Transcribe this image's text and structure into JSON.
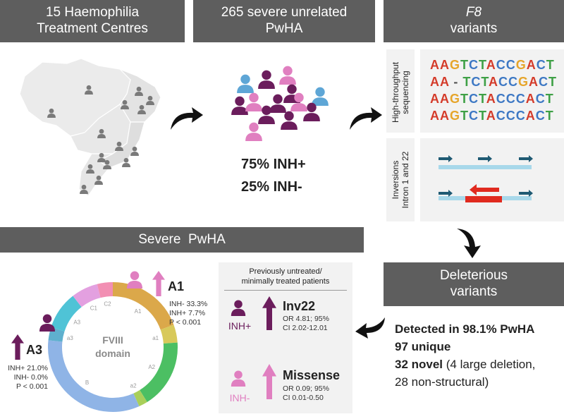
{
  "headers": {
    "htc": [
      "15 Haemophilia",
      "Treatment Centres"
    ],
    "pwha": [
      "265 severe unrelated",
      "PwHA"
    ],
    "f8": [
      "F8",
      "variants"
    ],
    "severe": "Severe  PwHA",
    "deleterious": [
      "Deleterious",
      "variants"
    ]
  },
  "inhibitors": {
    "pos": "75% INH+",
    "neg": "25% INH-"
  },
  "sequencing": {
    "label": [
      "High-throughput",
      "sequencing"
    ],
    "rows": [
      "AAGTCTACCGACT",
      "AA-TCTACCGACT",
      "AAGTCTACCCACT",
      "AAGTCTACCCACT"
    ]
  },
  "inversions": {
    "label": [
      "Inversions",
      "Intron 1 and 22"
    ]
  },
  "patients_box": [
    "Previously untreated/",
    "minimally treated patients"
  ],
  "inv22": {
    "title": "Inv22",
    "or": "OR 4.81; 95%",
    "ci": "CI 2.02-12.01",
    "group": "INH+"
  },
  "missense": {
    "title": "Missense",
    "or": "OR 0.09; 95%",
    "ci": "CI 0.01-0.50",
    "group": "INH-"
  },
  "detected": {
    "line1": "Detected in 98.1% PwHA",
    "line2": "97 unique",
    "line3_bold": "32 novel",
    "line3_rest": " (4 large deletion,",
    "line4": "28 non-structural)"
  },
  "domain": {
    "center": [
      "FVIII",
      "domain"
    ],
    "segments": [
      "A1",
      "a1",
      "A2",
      "a2",
      "B",
      "a3",
      "A3",
      "C1",
      "C2"
    ],
    "a1_label": "A1",
    "a1_stats": [
      "INH- 33.3%",
      "INH+ 7.7%",
      "P < 0.001"
    ],
    "a3_label": "A3",
    "a3_stats": [
      "INH+ 21.0%",
      "INH- 0.0%",
      "P < 0.001"
    ]
  },
  "colors": {
    "dark": "#6b1d5c",
    "pink": "#e07fc0",
    "blue": "#5ea6d6",
    "header": "#5e5e5e"
  }
}
